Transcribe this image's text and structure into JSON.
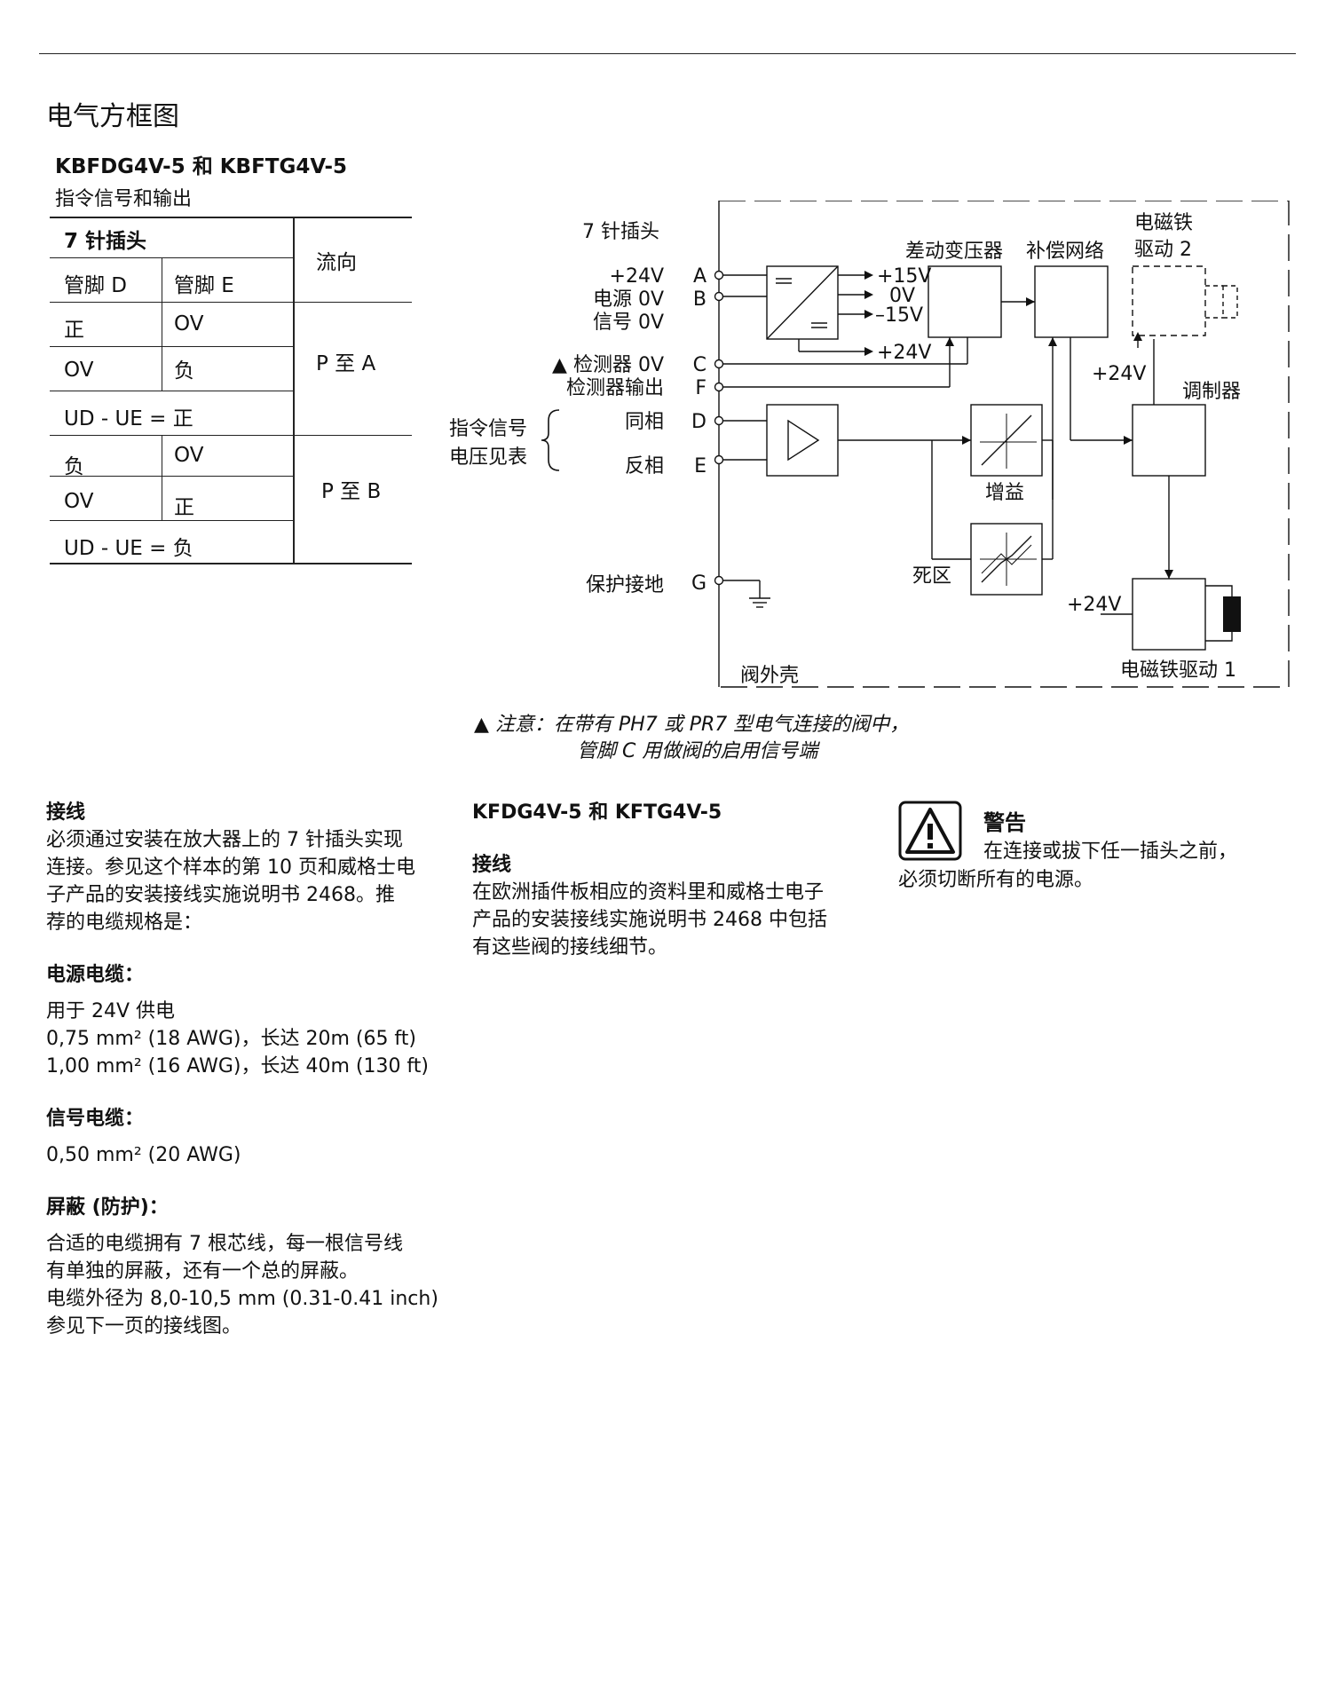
{
  "page": {
    "title": "电气方框图",
    "subtitle": "KBFDG4V-5 和 KBFTG4V-5",
    "subheading": "指令信号和输出"
  },
  "table": {
    "header_plug": "7 针插头",
    "header_direction": "流向",
    "header_pin_d": "管脚 D",
    "header_pin_e": "管脚 E",
    "rows": [
      {
        "d": "正",
        "e": "OV"
      },
      {
        "d": "OV",
        "e": "负"
      },
      {
        "d": "负",
        "e": "OV"
      },
      {
        "d": "OV",
        "e": "正"
      }
    ],
    "formula_a": "UD - UE = 正",
    "formula_b": "UD - UE = 负",
    "direction_a": "P 至 A",
    "direction_b": "P 至 B"
  },
  "diagram": {
    "plug_label": "7 针插头",
    "pins": [
      "A",
      "B",
      "C",
      "F",
      "D",
      "E",
      "G"
    ],
    "pin_labels": {
      "a": "+24V",
      "b1": "电源 0V",
      "b2": "信号 0V",
      "c": "▲ 检测器 0V",
      "f": "检测器输出",
      "d": "同相",
      "e": "反相",
      "g": "保护接地"
    },
    "cmd_signal_1": "指令信号",
    "cmd_signal_2": "电压见表",
    "supply_outputs": [
      "+15V",
      "0V",
      "–15V"
    ],
    "supply_24v": "+24V",
    "lvdt": "差动变压器",
    "compensation": "补偿网络",
    "solenoid2_1": "电磁铁",
    "solenoid2_2": "驱动 2",
    "modulator": "调制器",
    "modulator_24v": "+24V",
    "gain": "增益",
    "deadband": "死区",
    "driver1_24v": "+24V",
    "solenoid1": "电磁铁驱动 1",
    "housing": "阀外壳"
  },
  "note": {
    "line1": "▲  注意：在带有 PH7 或 PR7 型电气连接的阀中，",
    "line2": "管脚 C 用做阀的启用信号端"
  },
  "wiring": {
    "heading": "接线",
    "body": [
      "必须通过安装在放大器上的 7 针插头实现",
      "连接。参见这个样本的第 10 页和威格士电",
      "子产品的安装接线实施说明书 2468。推",
      "荐的电缆规格是："
    ],
    "power_heading": "电源电缆：",
    "power_lines": [
      "用于 24V 供电",
      "0,75 mm² (18 AWG)，长达 20m (65 ft)",
      "1,00 mm² (16 AWG)，长达 40m (130 ft)"
    ],
    "signal_heading": "信号电缆：",
    "signal_line": "0,50 mm² (20 AWG)",
    "shield_heading": "屏蔽 (防护)：",
    "shield_lines": [
      "合适的电缆拥有 7 根芯线，每一根信号线",
      "有单独的屏蔽，还有一个总的屏蔽。",
      "电缆外径为 8,0-10,5 mm (0.31-0.41 inch)",
      "参见下一页的接线图。"
    ]
  },
  "kfdg": {
    "heading": "KFDG4V-5 和 KFTG4V-5",
    "sub": "接线",
    "body": [
      "在欧洲插件板相应的资料里和威格士电子",
      "产品的安装接线实施说明书 2468 中包括",
      "有这些阀的接线细节。"
    ]
  },
  "warning": {
    "heading": "警告",
    "line1": "在连接或拔下任一插头之前，",
    "line2": "必须切断所有的电源。"
  }
}
